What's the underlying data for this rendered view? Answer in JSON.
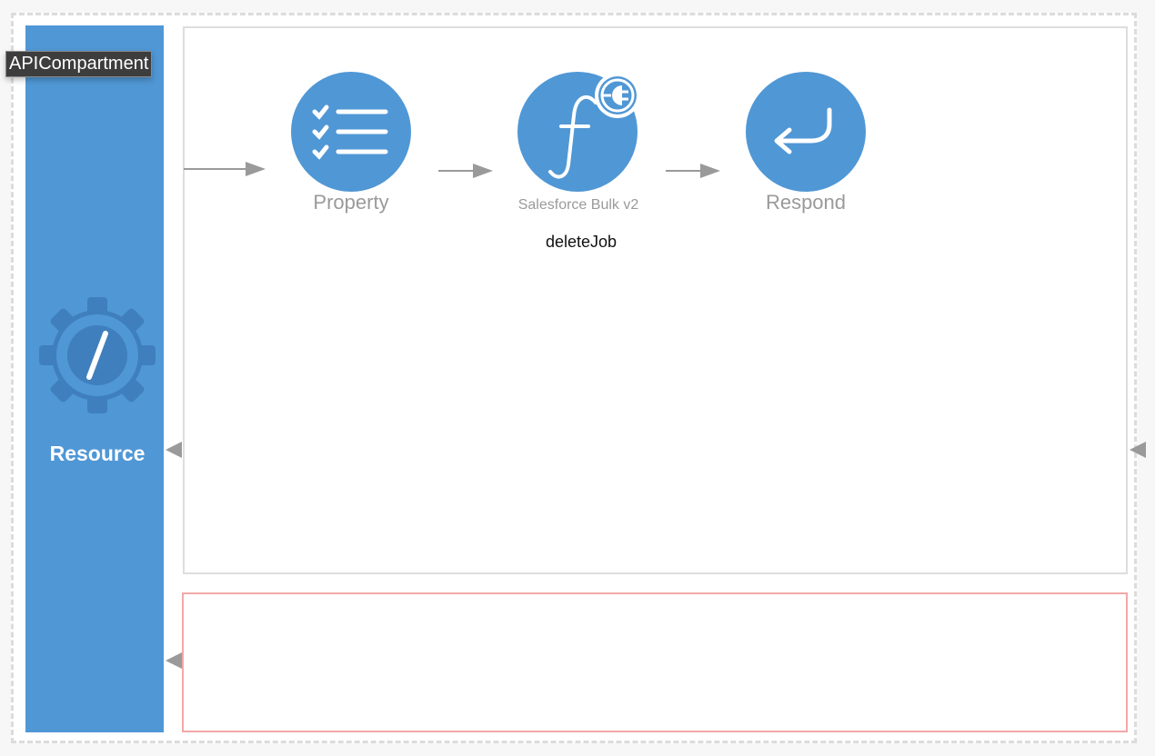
{
  "tooltip": {
    "text": "APICompartment"
  },
  "resource": {
    "label": "Resource",
    "icon": "gear-slash-icon"
  },
  "nodes": [
    {
      "label": "Property",
      "icon": "checklist-icon"
    },
    {
      "label": "Salesforce Bulk v2",
      "name": "deleteJob",
      "icon": "function-icon",
      "badge_icon": "plug-icon"
    },
    {
      "label": "Respond",
      "icon": "return-arrow-icon"
    }
  ],
  "colors": {
    "node": "#5097d5",
    "resource_bar": "#5097d5",
    "fault_border": "#f2a8a8",
    "arrow": "#9a9a9a"
  }
}
